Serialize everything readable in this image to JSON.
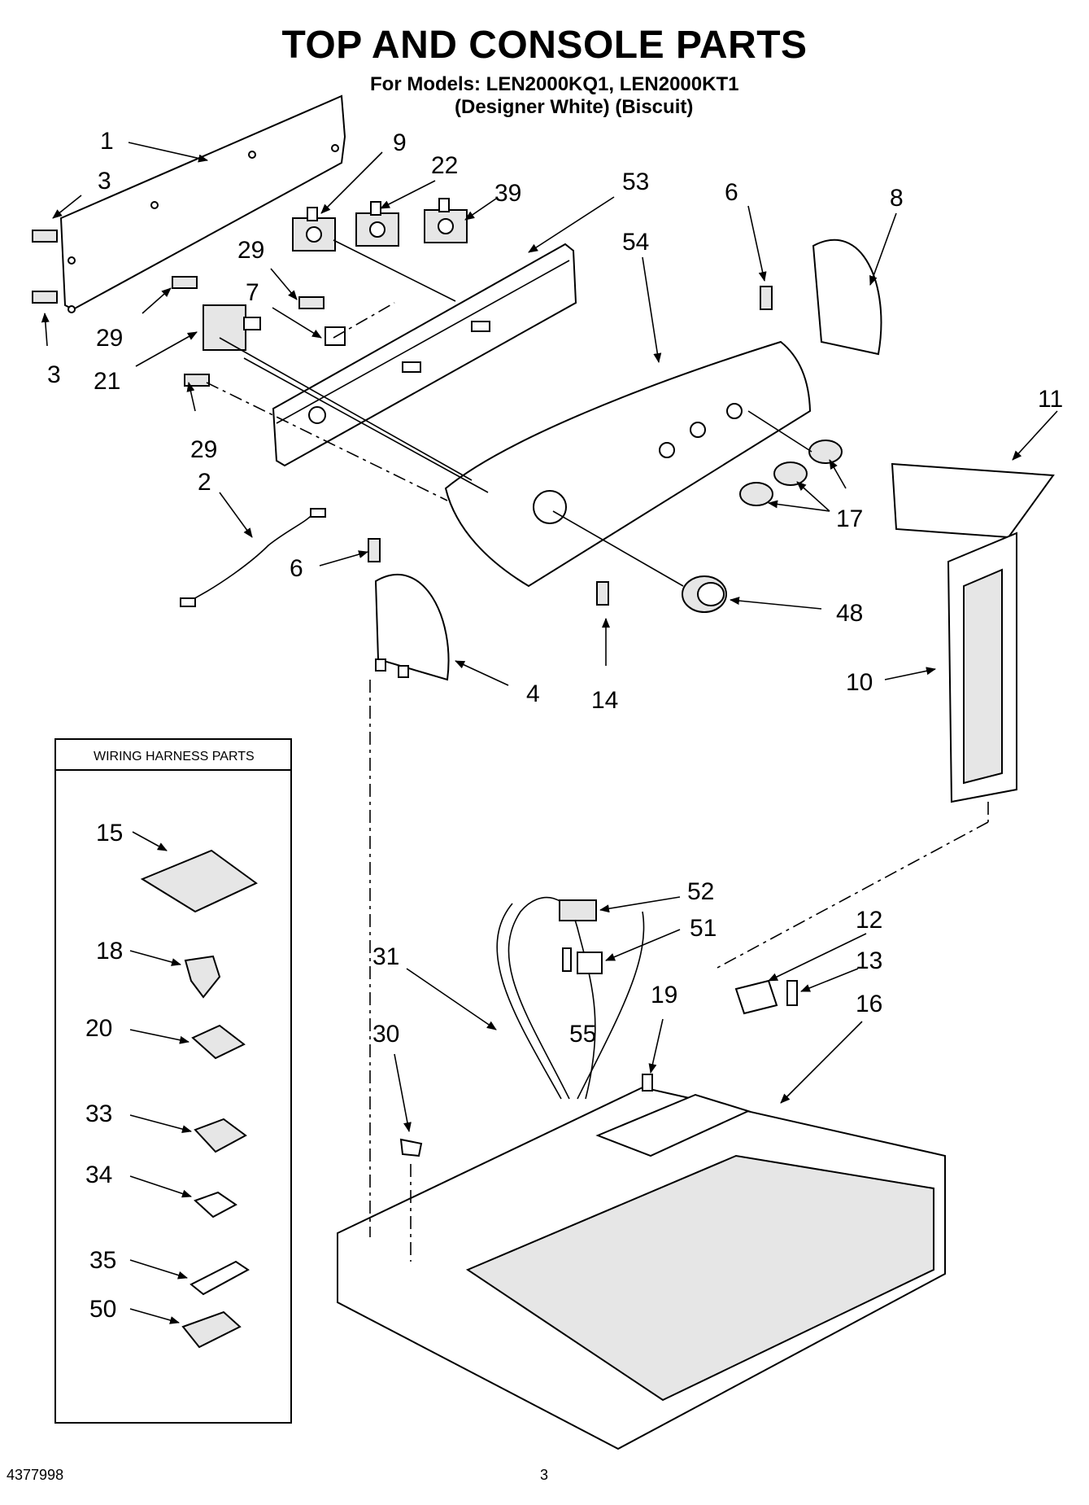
{
  "header": {
    "title": "TOP AND CONSOLE PARTS",
    "models_line": "For Models: LEN2000KQ1, LEN2000KT1",
    "colors_line": "(Designer White) (Biscuit)"
  },
  "wiring_box": {
    "title": "WIRING HARNESS PARTS",
    "callouts": [
      "15",
      "18",
      "20",
      "33",
      "34",
      "35",
      "50"
    ]
  },
  "callouts": {
    "c1": "1",
    "c3a": "3",
    "c3b": "3",
    "c9": "9",
    "c22": "22",
    "c39": "39",
    "c53": "53",
    "c6a": "6",
    "c8": "8",
    "c29a": "29",
    "c29b": "29",
    "c29c": "29",
    "c7": "7",
    "c21": "21",
    "c54": "54",
    "c11": "11",
    "c17": "17",
    "c2": "2",
    "c6b": "6",
    "c48": "48",
    "c4": "4",
    "c14": "14",
    "c10": "10",
    "c52": "52",
    "c51": "51",
    "c12": "12",
    "c13": "13",
    "c31": "31",
    "c19": "19",
    "c16": "16",
    "c55": "55",
    "c30": "30"
  },
  "footer": {
    "doc_number": "4377998",
    "page_number": "3"
  }
}
